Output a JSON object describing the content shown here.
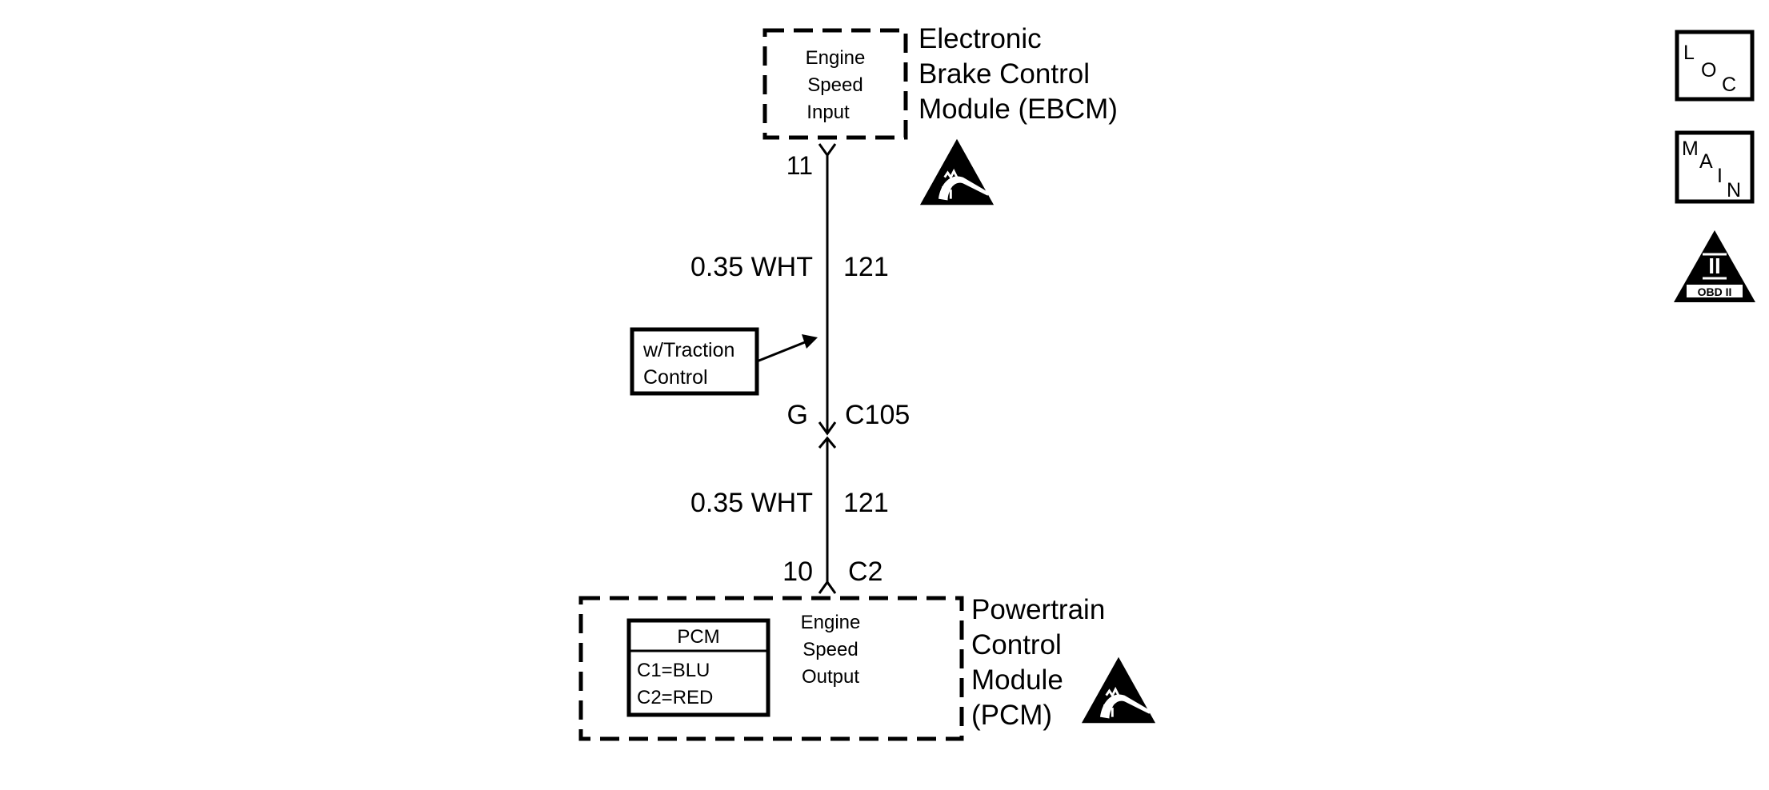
{
  "ebcm": {
    "inner_lines": [
      "Engine",
      "Speed",
      "Input"
    ],
    "label_lines": [
      "Electronic",
      "Brake Control",
      "Module (EBCM)"
    ],
    "terminal": "11"
  },
  "wire_upper": {
    "gauge_color": "0.35 WHT",
    "circuit": "121"
  },
  "traction_note": [
    "w/Traction",
    "Control"
  ],
  "connector": {
    "terminal": "G",
    "name": "C105"
  },
  "wire_lower": {
    "gauge_color": "0.35 WHT",
    "circuit": "121"
  },
  "pcm_terminal": {
    "terminal": "10",
    "connector": "C2"
  },
  "pcm": {
    "inner_lines": [
      "Engine",
      "Speed",
      "Output"
    ],
    "label_lines": [
      "Powertrain",
      "Control",
      "Module",
      "(PCM)"
    ],
    "legend": {
      "title": "PCM",
      "rows": [
        "C1=BLU",
        "C2=RED"
      ]
    }
  },
  "side_icons": {
    "loc": [
      "L",
      "O",
      "C"
    ],
    "main": [
      "M",
      "A",
      "I",
      "N"
    ],
    "obd": {
      "roman": "II",
      "caption": "OBD II"
    }
  },
  "icons": [
    "esd-warning-icon",
    "esd-warning-icon",
    "loc-icon",
    "main-icon",
    "obd-ii-icon"
  ]
}
